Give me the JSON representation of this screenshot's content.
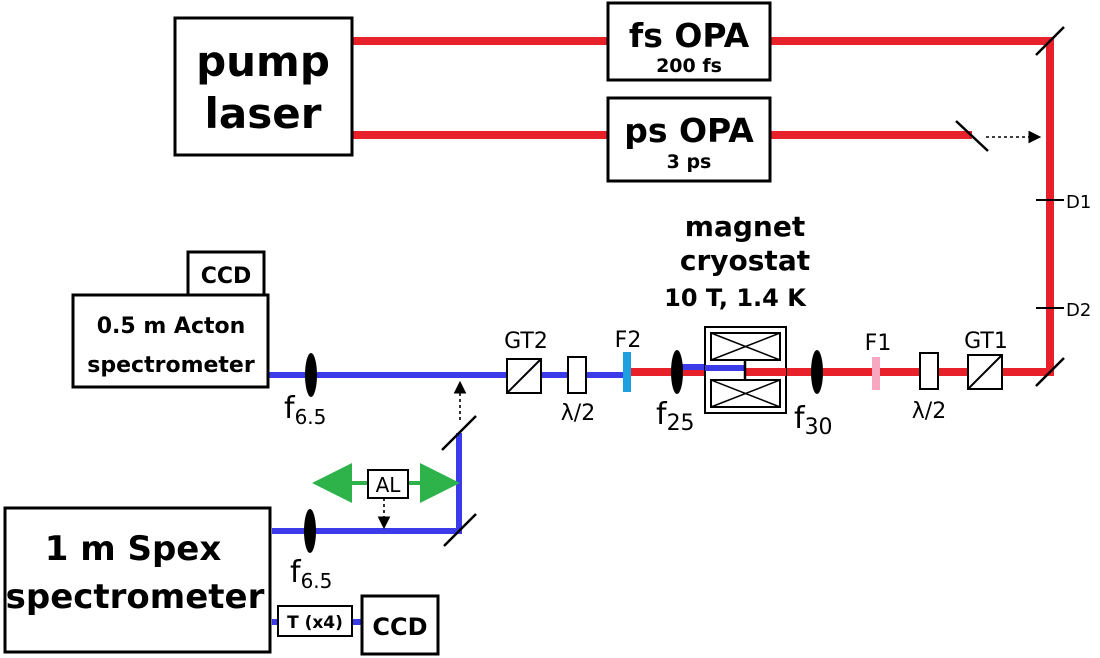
{
  "pump_laser": {
    "line1": "pump",
    "line2": "laser"
  },
  "fs_opa": {
    "title": "fs OPA",
    "sub": "200 fs"
  },
  "ps_opa": {
    "title": "ps OPA",
    "sub": "3 ps"
  },
  "detectors": {
    "d1": "D1",
    "d2": "D2"
  },
  "magnet": {
    "line1": "magnet",
    "line2": "cryostat",
    "spec": "10 T, 1.4 K"
  },
  "filters": {
    "f1": "F1",
    "f2": "F2"
  },
  "polarizers": {
    "gt1": "GT1",
    "gt2": "GT2"
  },
  "waveplate": "λ/2",
  "lenses": {
    "f25": {
      "main": "f",
      "sub": "25"
    },
    "f30": {
      "main": "f",
      "sub": "30"
    },
    "f65a": {
      "main": "f",
      "sub": "6.5"
    },
    "f65b": {
      "main": "f",
      "sub": "6.5"
    }
  },
  "acton": {
    "line1": "0.5 m Acton",
    "line2": "spectrometer",
    "ccd": "CCD"
  },
  "spex": {
    "line1": "1 m Spex",
    "line2": "spectrometer",
    "ccd": "CCD",
    "telescope": "T (x4)"
  },
  "al": "AL",
  "colors": {
    "red_beam": "#e8202a",
    "blue_beam": "#3b3bea",
    "f1": "#f7a8c0",
    "f2": "#1e9fe0",
    "green": "#2db34a"
  }
}
